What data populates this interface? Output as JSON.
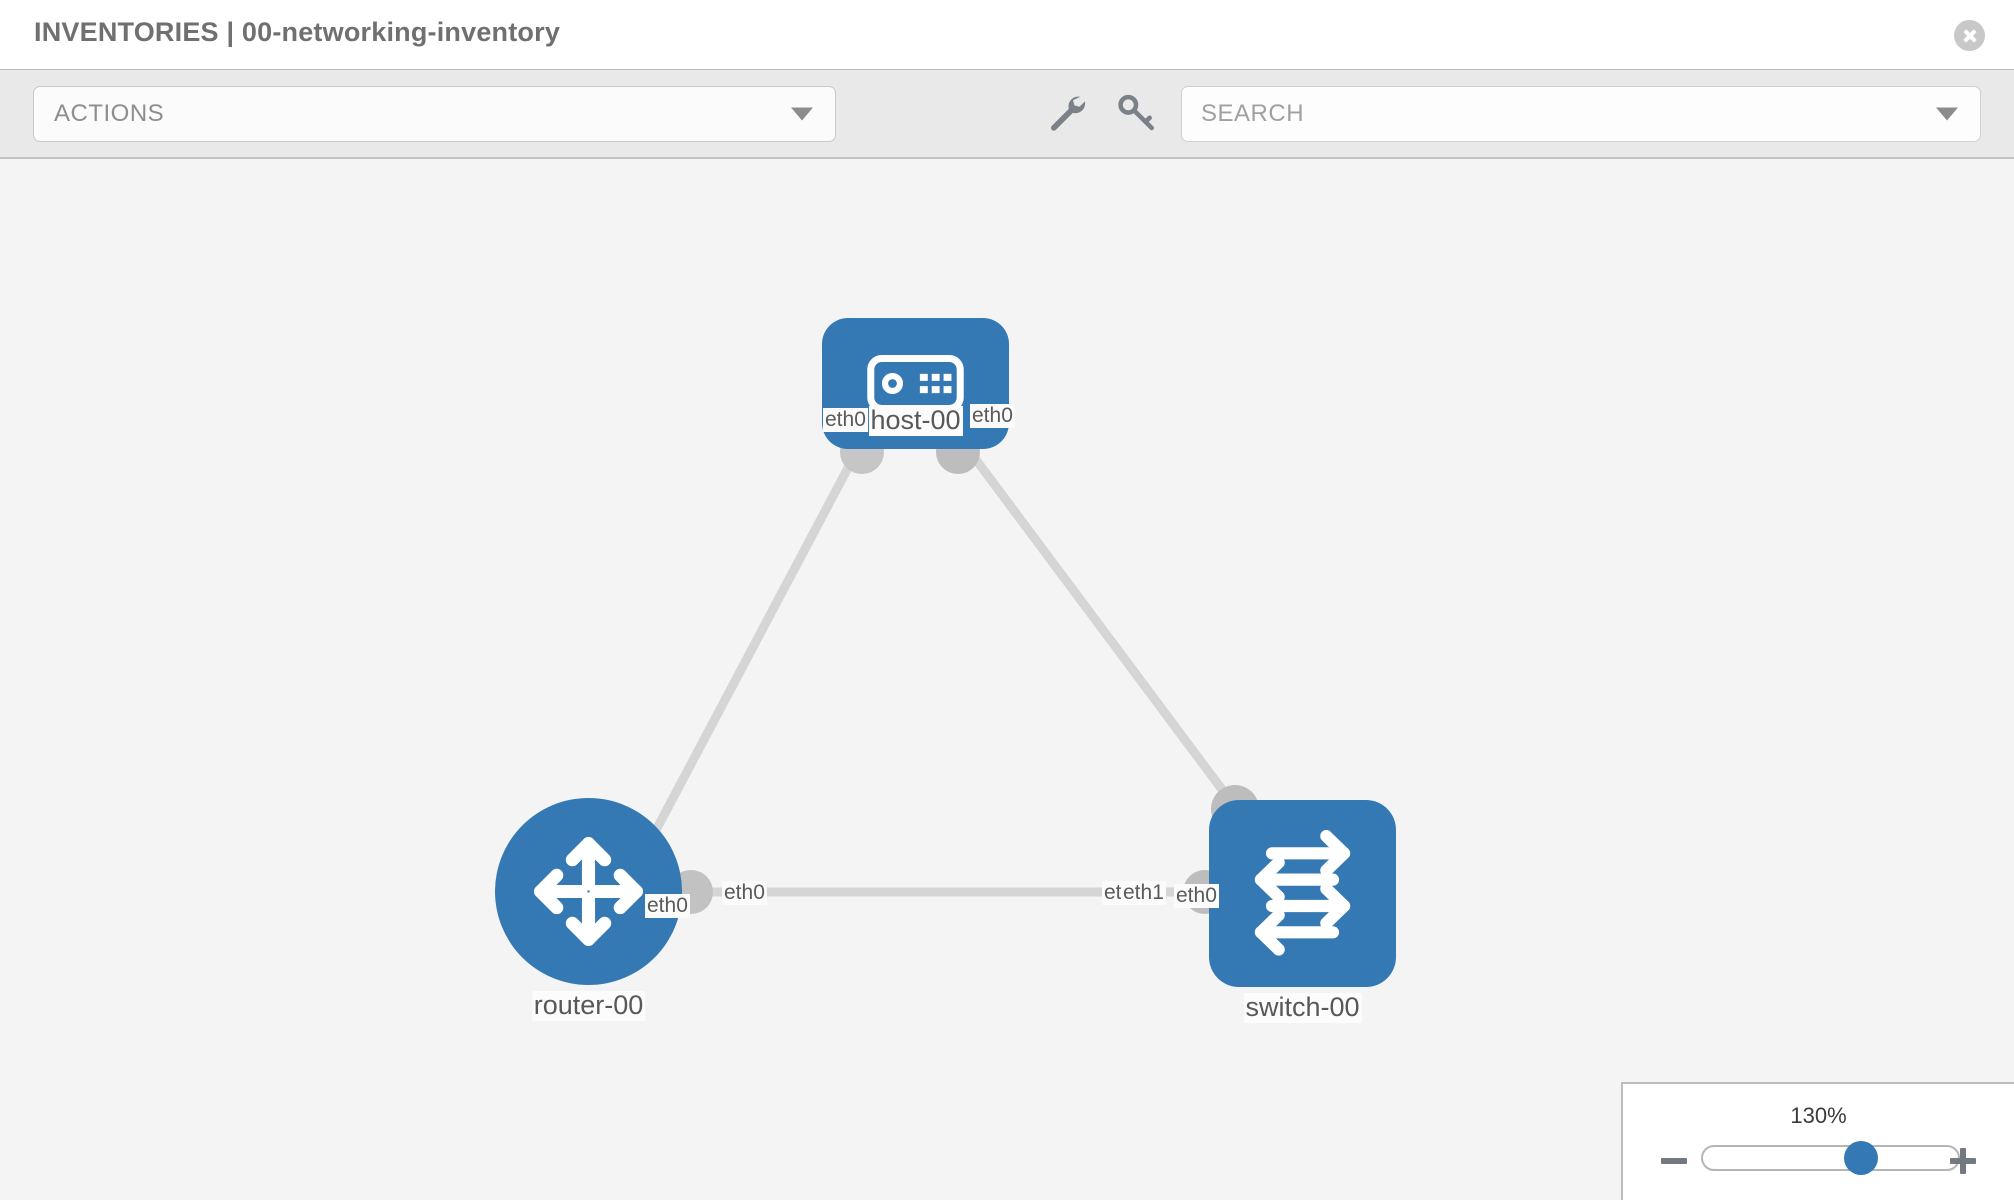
{
  "header": {
    "title": "INVENTORIES | 00-networking-inventory",
    "close_icon": "close-icon"
  },
  "toolbar": {
    "actions_label": "ACTIONS",
    "actions_caret_icon": "chevron-down-icon",
    "wrench_icon": "wrench-icon",
    "key_icon": "key-icon",
    "search_placeholder": "SEARCH",
    "search_caret_icon": "chevron-down-icon"
  },
  "topology": {
    "nodes": [
      {
        "id": "host-00",
        "label": "host-00",
        "type": "host",
        "icon": "server-icon",
        "color": "#3579b4"
      },
      {
        "id": "router-00",
        "label": "router-00",
        "type": "router",
        "icon": "router-arrows-icon",
        "color": "#3579b4"
      },
      {
        "id": "switch-00",
        "label": "switch-00",
        "type": "switch",
        "icon": "switch-arrows-icon",
        "color": "#3579b4"
      }
    ],
    "interfaces": [
      {
        "node": "host-00",
        "name": "eth0",
        "side": "left"
      },
      {
        "node": "host-00",
        "name": "eth0",
        "side": "right"
      },
      {
        "node": "router-00",
        "name": "eth0",
        "side": "top"
      },
      {
        "node": "router-00",
        "name": "eth0",
        "side": "right"
      },
      {
        "node": "switch-00",
        "name": "eth0",
        "side": "top"
      },
      {
        "node": "switch-00",
        "name": "eth0",
        "side": "left"
      },
      {
        "node": "switch-00",
        "name": "eth1",
        "side": "left"
      }
    ],
    "links": [
      {
        "from": "host-00",
        "to": "router-00"
      },
      {
        "from": "host-00",
        "to": "switch-00"
      },
      {
        "from": "router-00",
        "to": "switch-00"
      }
    ],
    "link_color": "#d5d5d5",
    "connector_color": "#bdbdbd"
  },
  "zoom_control": {
    "value_label": "130%",
    "minus_icon": "minus-icon",
    "plus_icon": "plus-icon"
  }
}
